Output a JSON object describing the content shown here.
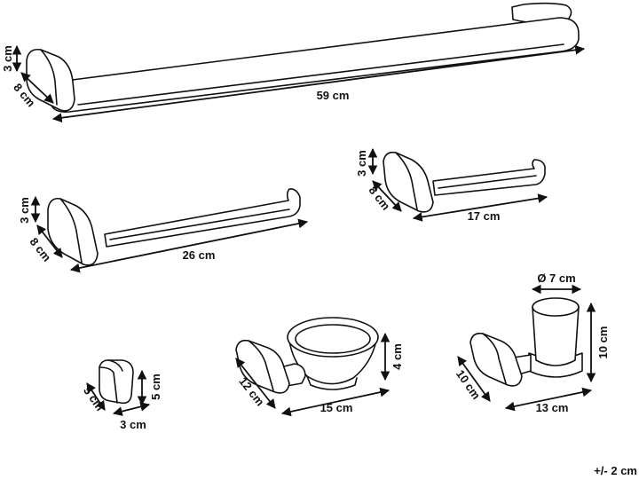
{
  "items": {
    "towel_bar_long": {
      "length": "59 cm",
      "depth": "8 cm",
      "height": "3 cm"
    },
    "towel_bar_short": {
      "length": "26 cm",
      "depth": "8 cm",
      "height": "3 cm"
    },
    "paper_holder": {
      "length": "17 cm",
      "depth": "8 cm",
      "height": "3 cm"
    },
    "robe_hook": {
      "height": "5 cm",
      "depth": "5 cm",
      "width": "3 cm"
    },
    "soap_dish": {
      "height": "4 cm",
      "depth": "12 cm",
      "width": "15 cm"
    },
    "tumbler_holder": {
      "diameter": "Ø 7 cm",
      "height": "10 cm",
      "depth": "10 cm",
      "width": "13 cm"
    }
  },
  "tolerance": "+/- 2 cm"
}
